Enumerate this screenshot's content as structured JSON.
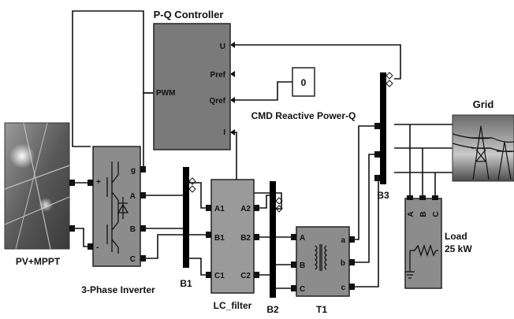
{
  "blocks": {
    "controller": {
      "title": "P-Q Controller",
      "inputs": [
        "U",
        "Pref",
        "Qref",
        "I"
      ],
      "output": "PWM"
    },
    "constant": {
      "value": "0",
      "label": "CMD Reactive Power-Q"
    },
    "pv": {
      "label": "PV+MPPT",
      "plus": "+",
      "minus": "-"
    },
    "inverter": {
      "label": "3-Phase Inverter",
      "ports": [
        "g",
        "A",
        "B",
        "C"
      ]
    },
    "bus_b1": {
      "label": "B1"
    },
    "lc_filter": {
      "label": "LC_filter",
      "inputs": [
        "A1",
        "B1",
        "C1"
      ],
      "outputs": [
        "A2",
        "B2",
        "C2"
      ]
    },
    "bus_b2": {
      "label": "B2"
    },
    "transformer": {
      "label": "T1",
      "inputs": [
        "A",
        "B",
        "C"
      ],
      "outputs": [
        "a",
        "b",
        "c"
      ]
    },
    "bus_b3": {
      "label": "B3"
    },
    "grid": {
      "label": "Grid"
    },
    "load": {
      "ports": [
        "A",
        "B",
        "C"
      ],
      "label_line1": "Load",
      "label_line2": "25 kW"
    }
  },
  "colors": {
    "block_fill": "#8c8c8c",
    "controller_fill": "#7a7a7a",
    "wire": "#111111",
    "bus": "#000000"
  }
}
